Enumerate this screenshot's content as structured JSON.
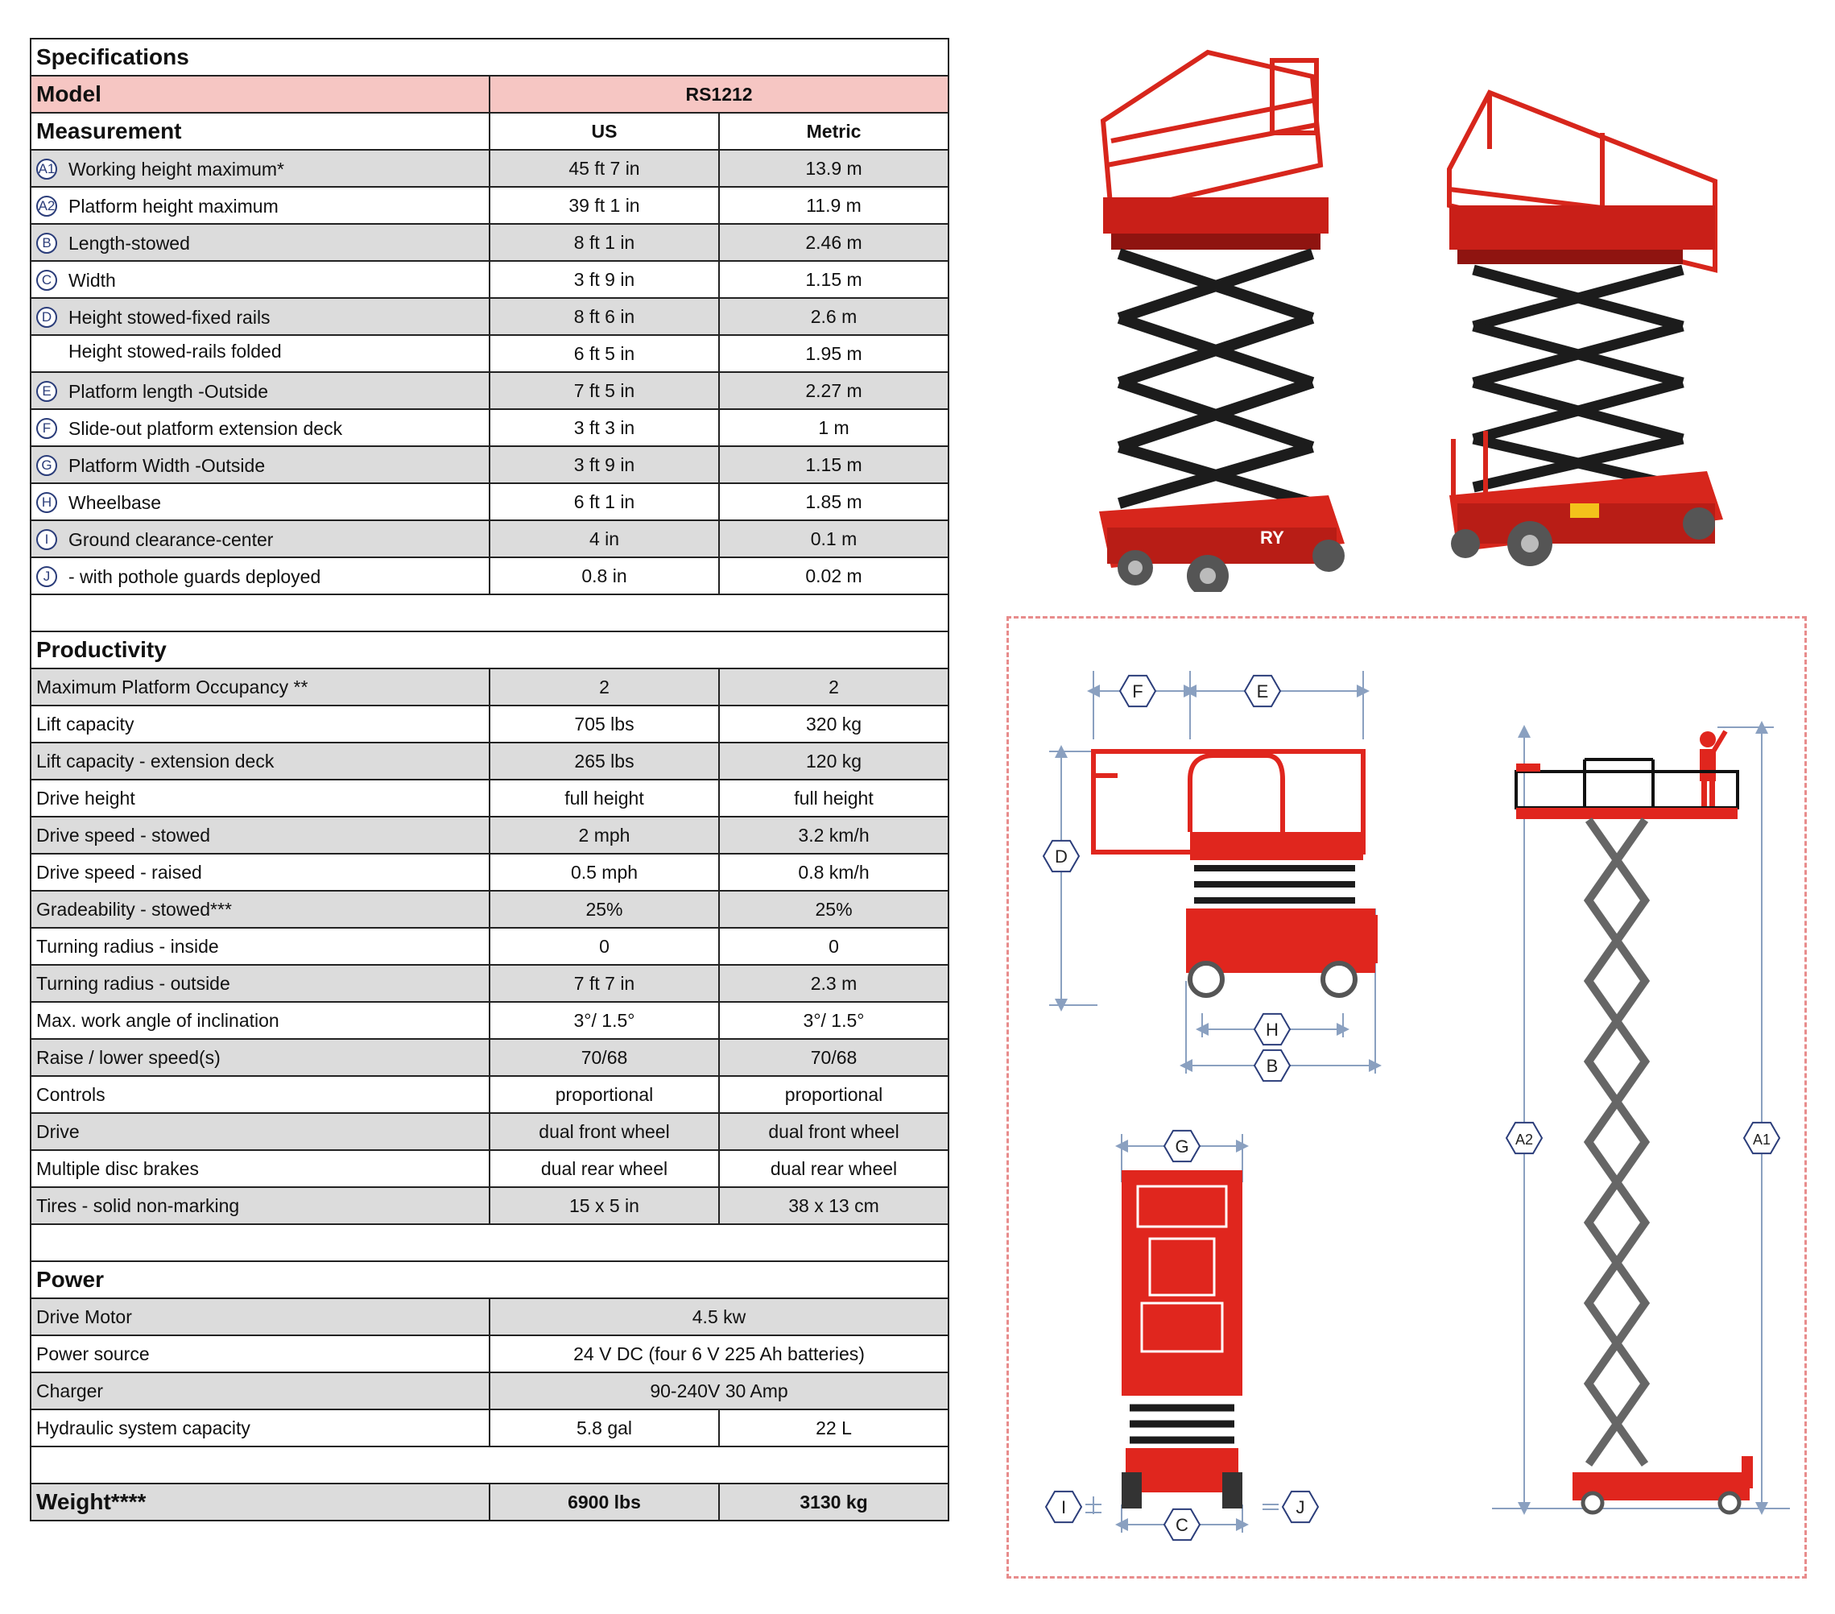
{
  "title": "Specifications",
  "model": {
    "label": "Model",
    "value": "RS1212"
  },
  "measurement": {
    "heading": "Measurement",
    "col_us": "US",
    "col_metric": "Metric",
    "rows": [
      {
        "badge": "A1",
        "label": "Working height maximum*",
        "us": "45 ft 7 in",
        "metric": "13.9 m"
      },
      {
        "badge": "A2",
        "label": "Platform height maximum",
        "us": "39 ft 1 in",
        "metric": "11.9 m"
      },
      {
        "badge": "B",
        "label": "Length-stowed",
        "us": "8 ft 1 in",
        "metric": "2.46 m"
      },
      {
        "badge": "C",
        "label": "Width",
        "us": "3 ft 9 in",
        "metric": "1.15 m"
      },
      {
        "badge": "D",
        "label": "Height stowed-fixed rails",
        "us": "8 ft 6 in",
        "metric": "2.6 m"
      },
      {
        "badge": "",
        "label": "Height stowed-rails folded",
        "us": "6 ft 5 in",
        "metric": "1.95 m"
      },
      {
        "badge": "E",
        "label": "Platform length -Outside",
        "us": "7 ft 5 in",
        "metric": "2.27 m"
      },
      {
        "badge": "F",
        "label": "Slide-out platform extension deck",
        "us": "3 ft 3 in",
        "metric": "1 m"
      },
      {
        "badge": "G",
        "label": "Platform Width -Outside",
        "us": "3 ft 9 in",
        "metric": "1.15 m"
      },
      {
        "badge": "H",
        "label": "Wheelbase",
        "us": "6 ft 1 in",
        "metric": "1.85 m"
      },
      {
        "badge": "I",
        "label": "Ground clearance-center",
        "us": "4 in",
        "metric": "0.1 m"
      },
      {
        "badge": "J",
        "label": "- with pothole guards deployed",
        "us": "0.8 in",
        "metric": "0.02 m"
      }
    ]
  },
  "productivity": {
    "heading": "Productivity",
    "rows": [
      {
        "label": "Maximum Platform Occupancy **",
        "us": "2",
        "metric": "2"
      },
      {
        "label": "Lift capacity",
        "us": "705 lbs",
        "metric": "320 kg"
      },
      {
        "label": "Lift capacity - extension deck",
        "us": "265 lbs",
        "metric": "120 kg"
      },
      {
        "label": "Drive height",
        "us": "full height",
        "metric": "full height"
      },
      {
        "label": "Drive speed - stowed",
        "us": "2 mph",
        "metric": "3.2 km/h"
      },
      {
        "label": "Drive speed - raised",
        "us": "0.5 mph",
        "metric": "0.8 km/h"
      },
      {
        "label": "Gradeability - stowed***",
        "us": "25%",
        "metric": "25%"
      },
      {
        "label": "Turning radius - inside",
        "us": "0",
        "metric": "0"
      },
      {
        "label": "Turning radius - outside",
        "us": "7 ft 7 in",
        "metric": "2.3 m"
      },
      {
        "label": "Max. work angle of inclination",
        "us": "3°/ 1.5°",
        "metric": "3°/ 1.5°"
      },
      {
        "label": "Raise / lower speed(s)",
        "us": "70/68",
        "metric": "70/68"
      },
      {
        "label": "Controls",
        "us": "proportional",
        "metric": "proportional"
      },
      {
        "label": "Drive",
        "us": "dual front wheel",
        "metric": "dual front wheel"
      },
      {
        "label": "Multiple disc brakes",
        "us": "dual rear wheel",
        "metric": "dual rear wheel"
      },
      {
        "label": "Tires - solid non-marking",
        "us": "15 x 5 in",
        "metric": "38 x 13 cm"
      }
    ]
  },
  "power": {
    "heading": "Power",
    "rows": [
      {
        "label": "Drive Motor",
        "value": "4.5 kw"
      },
      {
        "label": "Power source",
        "value": "24 V DC (four 6 V 225 Ah batteries)"
      },
      {
        "label": "Charger",
        "value": "90-240V 30 Amp"
      },
      {
        "label": "Hydraulic system capacity",
        "us": "5.8 gal",
        "metric": "22 L"
      }
    ]
  },
  "weight": {
    "label": "Weight****",
    "us": "6900 lbs",
    "metric": "3130 kg"
  },
  "dimension_labels": [
    "F",
    "E",
    "D",
    "H",
    "B",
    "G",
    "C",
    "I",
    "J",
    "A2",
    "A1"
  ],
  "brand_mark": "RY",
  "colors": {
    "machine_red": "#e0261e",
    "scissor_black": "#1c1c1c",
    "dim_line": "#8aa0c0",
    "model_row": "#f6c6c3",
    "alt_row": "#dcdcdc"
  }
}
